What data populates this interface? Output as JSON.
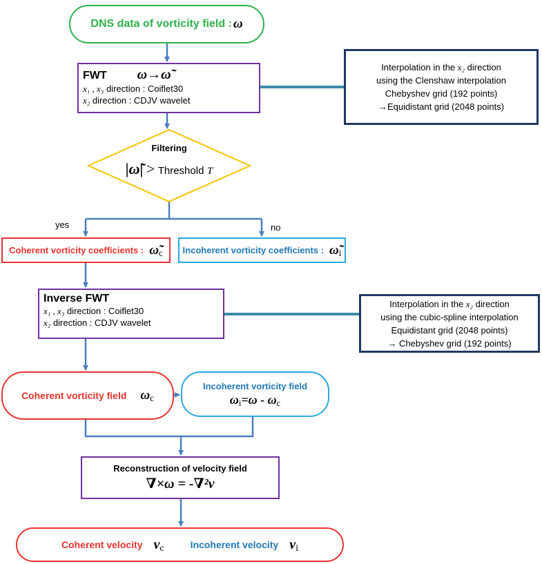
{
  "colors": {
    "green": "#2fb24a",
    "purple": "#7030a0",
    "navy": "#1f3864",
    "red": "#e8332c",
    "light_blue": "#29a8e0",
    "blue_text": "#1f78b4",
    "connector": "#4a7ebf"
  },
  "dns": {
    "label": "DNS data of vorticity field :",
    "symbol": "ω"
  },
  "fwt": {
    "title": "FWT",
    "equation": "ω→ω̃",
    "dir1_vars": "x₁ , x₃",
    "dir1_text": " direction : Coiflet30",
    "dir2_var": "x₂",
    "dir2_text": " direction : CDJV wavelet"
  },
  "interp1": {
    "line1_pre": "Interpolation in the ",
    "var": "x₂",
    "line1_post": " direction",
    "line2": "using the Clenshaw interpolation",
    "line3": "Chebyshev grid (192 points)",
    "line4": "→Equidistant grid (2048 points)"
  },
  "filter": {
    "label": "Filtering",
    "lhs": "|ω̃|",
    "op": ">",
    "threshold_text": "Threshold",
    "threshold_symbol": "T"
  },
  "branches": {
    "yes": "yes",
    "no": "no"
  },
  "coherent_coef": {
    "label": "Coherent vorticity coefficients :",
    "symbol": "ω̃",
    "sub": "c"
  },
  "incoherent_coef": {
    "label": "Incoherent vorticity coefficients :",
    "symbol": "ω̃",
    "sub": "i"
  },
  "inverse_fwt": {
    "title": "Inverse FWT",
    "dir1_vars": "x₁ , x₃",
    "dir1_text": " direction : Coiflet30",
    "dir2_var": "x₂",
    "dir2_text": "  direction : CDJV wavelet"
  },
  "interp2": {
    "line1_pre": "Interpolation in the ",
    "var": "x₂",
    "line1_post": " direction",
    "line2": "using the cubic-spline interpolation",
    "line3": "Equidistant grid (2048 points)",
    "line4": "→ Chebyshev grid (192 points)"
  },
  "coherent_field": {
    "label": "Coherent vorticity field",
    "symbol": "ω",
    "sub": "c"
  },
  "incoherent_field": {
    "label": "Incoherent vorticity field",
    "lhs": "ω",
    "lhs_sub": "i",
    "rhs": "=ω - ω",
    "rhs_sub": "c"
  },
  "reconstruction": {
    "title": "Reconstruction of velocity field",
    "equation": "∇×ω = -∇²v"
  },
  "final": {
    "coherent_label": "Coherent velocity",
    "coherent_symbol": "v",
    "coherent_sub": "c",
    "incoherent_label": "Incoherent  velocity",
    "incoherent_symbol": "v",
    "incoherent_sub": "i"
  }
}
